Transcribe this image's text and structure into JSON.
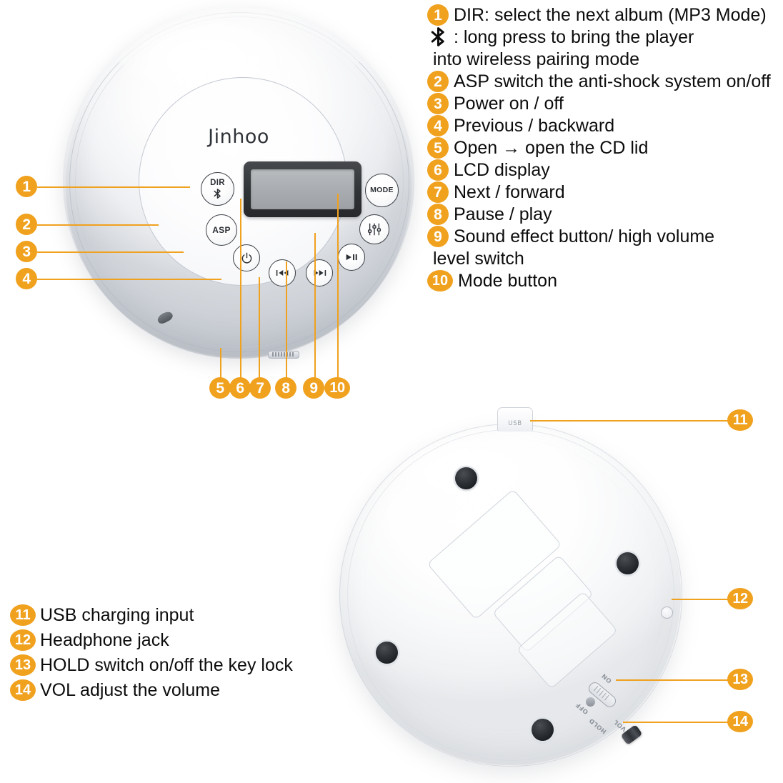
{
  "brand": "Jinhoo",
  "colors": {
    "badge_orange": "#F0A11E",
    "text_black": "#0c0c0c",
    "shell_white": "#ffffff"
  },
  "top_device": {
    "buttons": {
      "dir": "DIR",
      "asp": "ASP",
      "mode": "MODE",
      "power_icon": "power-icon",
      "previous_icon": "previous-track-icon",
      "next_icon": "next-track-icon",
      "play_pause_icon": "play-pause-icon",
      "sound_effect_icon": "equalizer-sliders-icon",
      "bluetooth_icon": "bluetooth-icon"
    }
  },
  "bottom_device": {
    "usb_label": "USB",
    "hold_switch": {
      "on": "ON",
      "hold": "HOLD",
      "off": "OFF"
    },
    "vol_label": "VOL"
  },
  "legend_top": [
    {
      "num": "1",
      "text": "DIR: select the next album (MP3 Mode)"
    },
    {
      "num": "bluetooth",
      "text": ": long press to bring the player"
    },
    {
      "num": "",
      "text": "into wireless pairing mode"
    },
    {
      "num": "2",
      "text": "ASP switch the anti-shock system on/off"
    },
    {
      "num": "3",
      "text": "Power on / off"
    },
    {
      "num": "4",
      "text": "Previous / backward"
    },
    {
      "num": "5",
      "text": "Open →  open the CD lid"
    },
    {
      "num": "6",
      "text": " LCD display"
    },
    {
      "num": "7",
      "text": " Next / forward"
    },
    {
      "num": "8",
      "text": "Pause / play"
    },
    {
      "num": "9",
      "text": "Sound effect button/ high volume"
    },
    {
      "num": "",
      "text": "level switch"
    },
    {
      "num": "10",
      "text": "Mode button"
    }
  ],
  "legend_bottom": [
    {
      "num": "11",
      "text": "USB charging input"
    },
    {
      "num": "12",
      "text": "Headphone jack"
    },
    {
      "num": "13",
      "text": "HOLD  switch on/off the key lock"
    },
    {
      "num": "14",
      "text": "VOL adjust the volume"
    }
  ],
  "callouts": {
    "left": [
      "1",
      "2",
      "3",
      "4"
    ],
    "bottom": [
      "5",
      "6",
      "7",
      "8",
      "9",
      "10"
    ],
    "right": [
      "11",
      "12",
      "13",
      "14"
    ]
  }
}
